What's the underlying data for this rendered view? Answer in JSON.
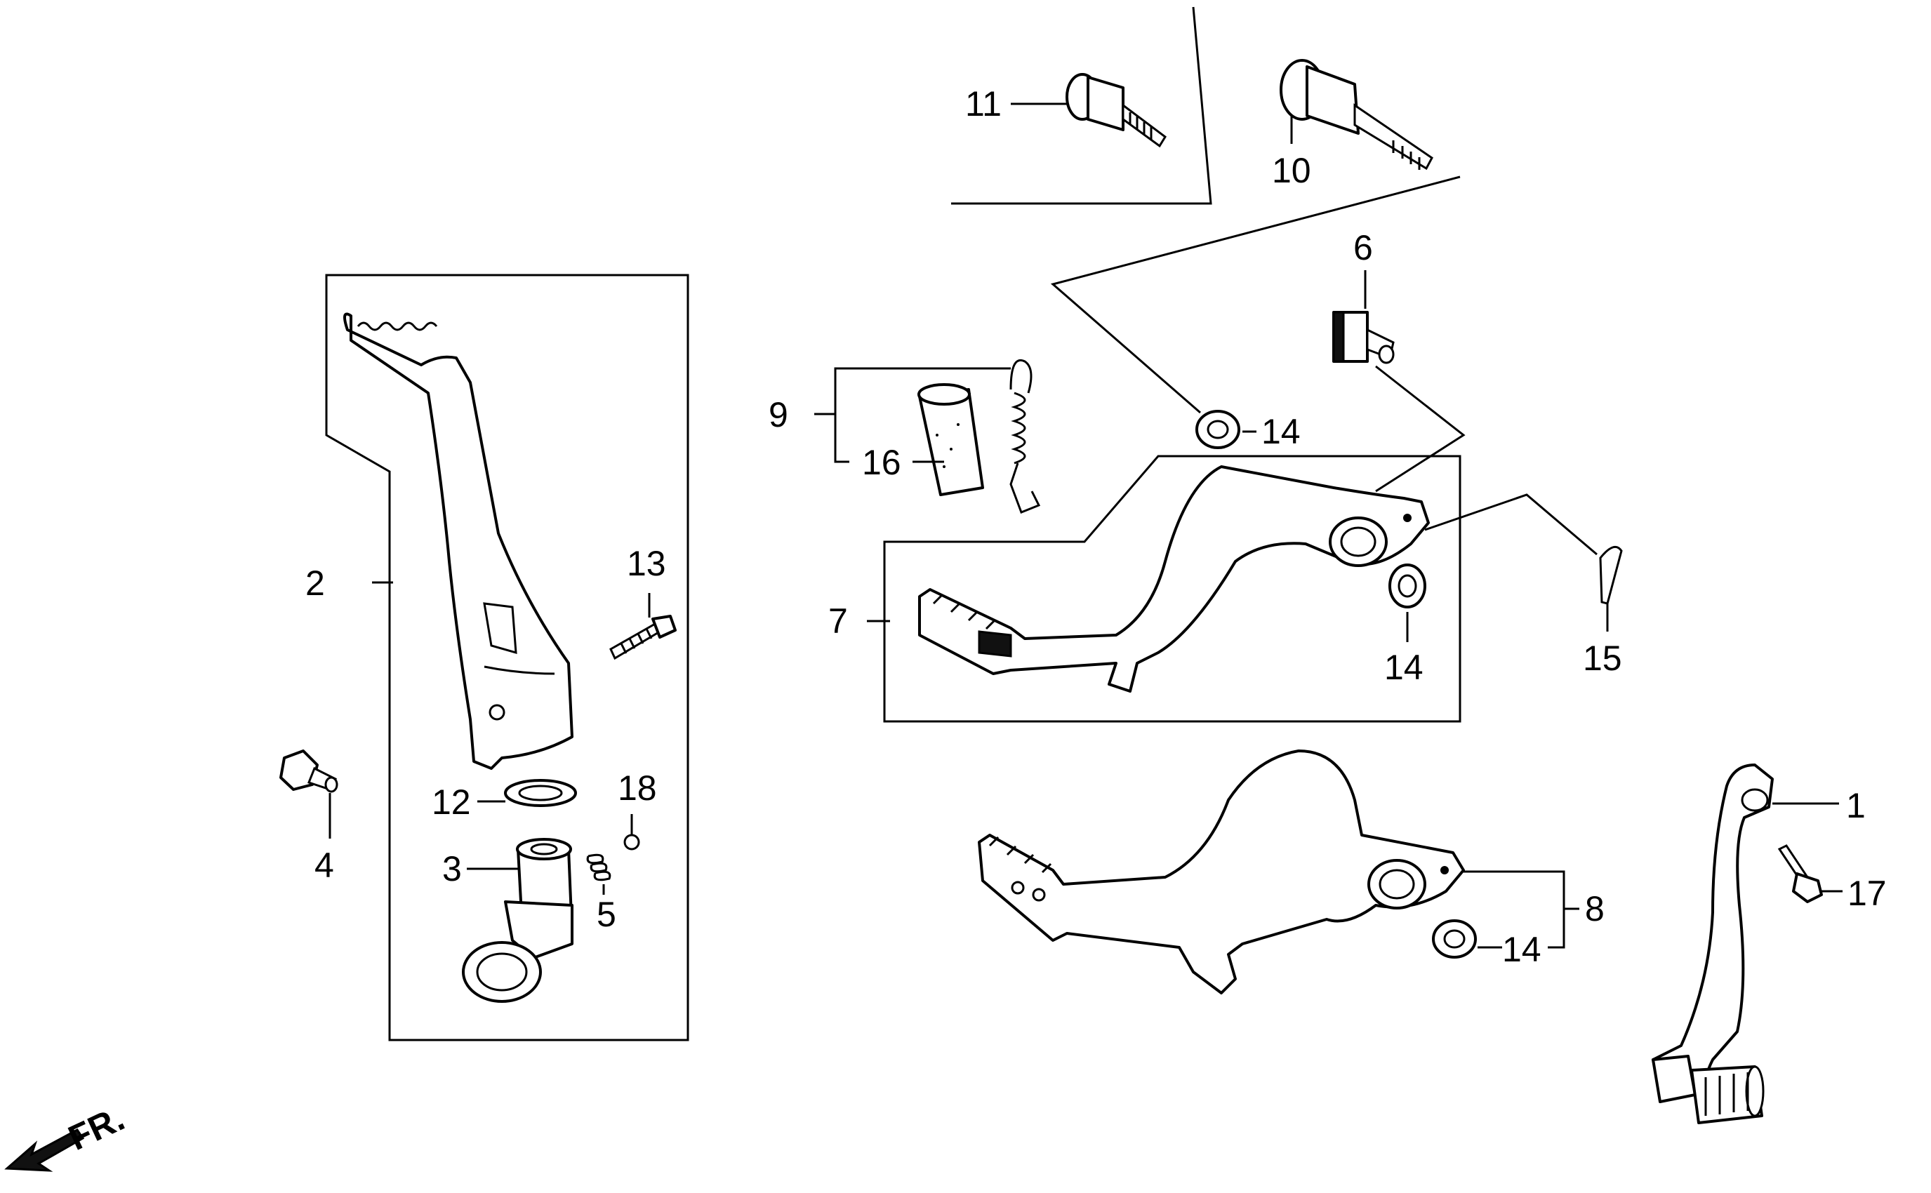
{
  "direction_label": "FR.",
  "callouts": {
    "p1": "1",
    "p2": "2",
    "p3": "3",
    "p4": "4",
    "p5": "5",
    "p6": "6",
    "p7": "7",
    "p8": "8",
    "p9": "9",
    "p10": "10",
    "p11": "11",
    "p12": "12",
    "p13": "13",
    "p14a": "14",
    "p14b": "14",
    "p14c": "14",
    "p15": "15",
    "p16": "16",
    "p17": "17",
    "p18": "18"
  }
}
